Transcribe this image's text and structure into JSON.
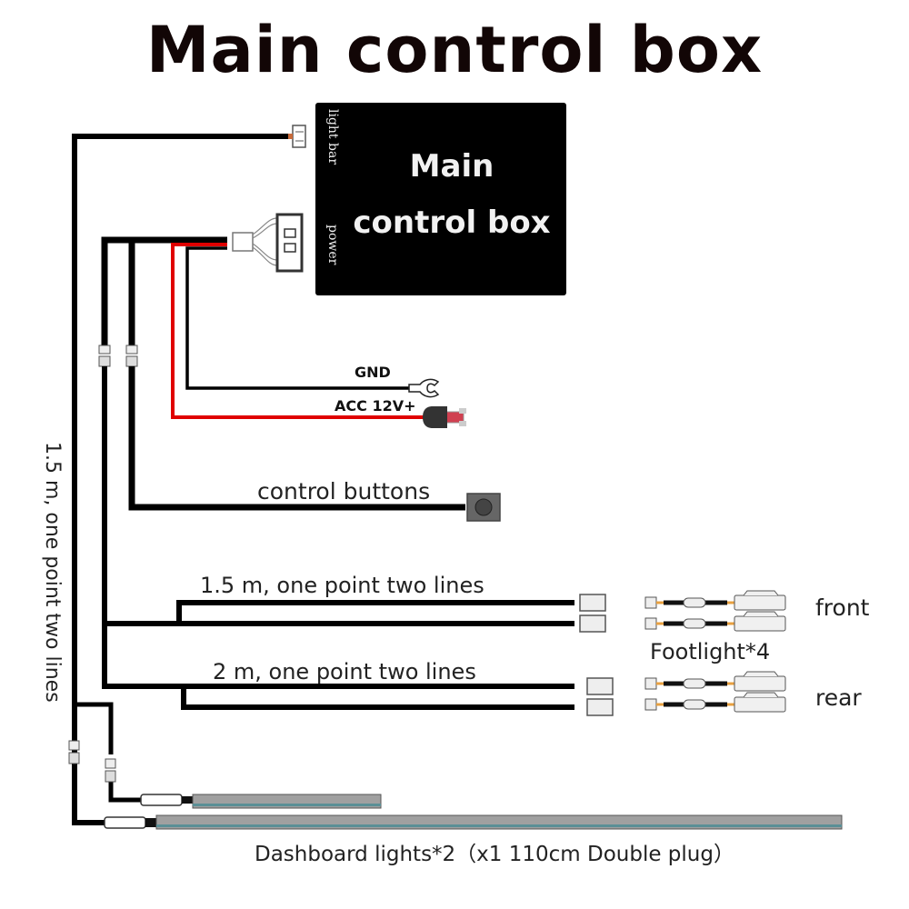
{
  "title": "Main control box",
  "control_box": {
    "title_line1": "Main",
    "title_line2": "control box",
    "port_light_bar": "light bar",
    "port_power": "power"
  },
  "power_wires": {
    "gnd_label": "GND",
    "acc_label": "ACC 12V+",
    "gnd_terminal": "fork-terminal-icon",
    "acc_terminal": "fuse-tap-icon",
    "acc_color": "#e00000",
    "gnd_color": "#000000"
  },
  "control_buttons": {
    "label": "control buttons",
    "icon": "push-button-icon"
  },
  "footlight_cables": {
    "front_cable_label": "1.5 m, one point two lines",
    "rear_cable_label": "2 m, one point two lines",
    "front_label": "front",
    "rear_label": "rear",
    "footlight_label": "Footlight*4"
  },
  "dashboard": {
    "vertical_cable_label": "1.5 m, one point two lines",
    "label": "Dashboard lights*2（x1 110cm Double plug）"
  },
  "colors": {
    "wire": "#000000",
    "acc_wire": "#e00000",
    "light_bar_body": "#a0a0a0",
    "light_bar_edge": "#5a8f96",
    "box_fill": "#000000",
    "text": "#120606"
  }
}
